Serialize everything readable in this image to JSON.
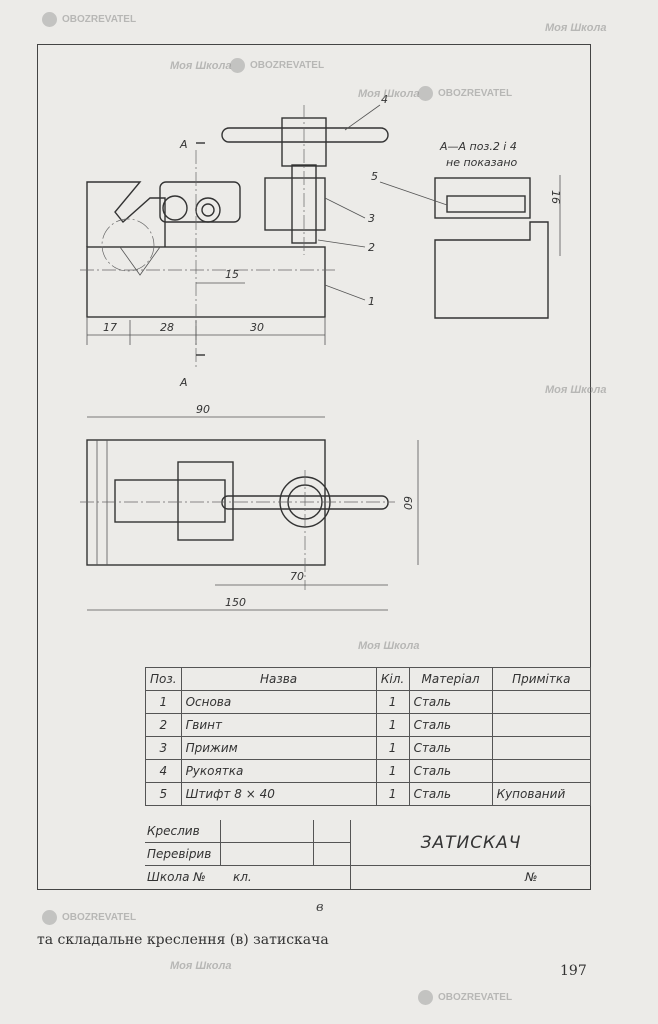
{
  "drawing": {
    "labels": {
      "section_a_top": "A",
      "section_a_bottom": "A",
      "section_note_line1": "А—А поз.2 і 4",
      "section_note_line2": "не показано",
      "part1": "1",
      "part2": "2",
      "part3": "3",
      "part4": "4",
      "part5": "5"
    },
    "dimensions": {
      "d15": "15",
      "d17": "17",
      "d28": "28",
      "d30": "30",
      "d16": "16",
      "d90": "90",
      "d60": "60",
      "d70": "70",
      "d150": "150"
    }
  },
  "spec_table": {
    "headers": [
      "Поз.",
      "Назва",
      "Кіл.",
      "Матеріал",
      "Примітка"
    ],
    "rows": [
      [
        "1",
        "Основа",
        "1",
        "Сталь",
        ""
      ],
      [
        "2",
        "Гвинт",
        "1",
        "Сталь",
        ""
      ],
      [
        "3",
        "Прижим",
        "1",
        "Сталь",
        ""
      ],
      [
        "4",
        "Рукоятка",
        "1",
        "Сталь",
        ""
      ],
      [
        "5",
        "Штифт 8 × 40",
        "1",
        "Сталь",
        "Купований"
      ]
    ]
  },
  "title_block": {
    "drawn": "Креслив",
    "checked": "Перевірив",
    "school": "Школа №",
    "grade": "кл.",
    "title": "ЗАТИСКАЧ",
    "number": "№"
  },
  "caption_letter": "в",
  "caption": "та складальне креслення (в) затискача",
  "page_number": "197",
  "watermark": {
    "text1": "Моя Школа",
    "text2": "OBOZREVATEL"
  }
}
